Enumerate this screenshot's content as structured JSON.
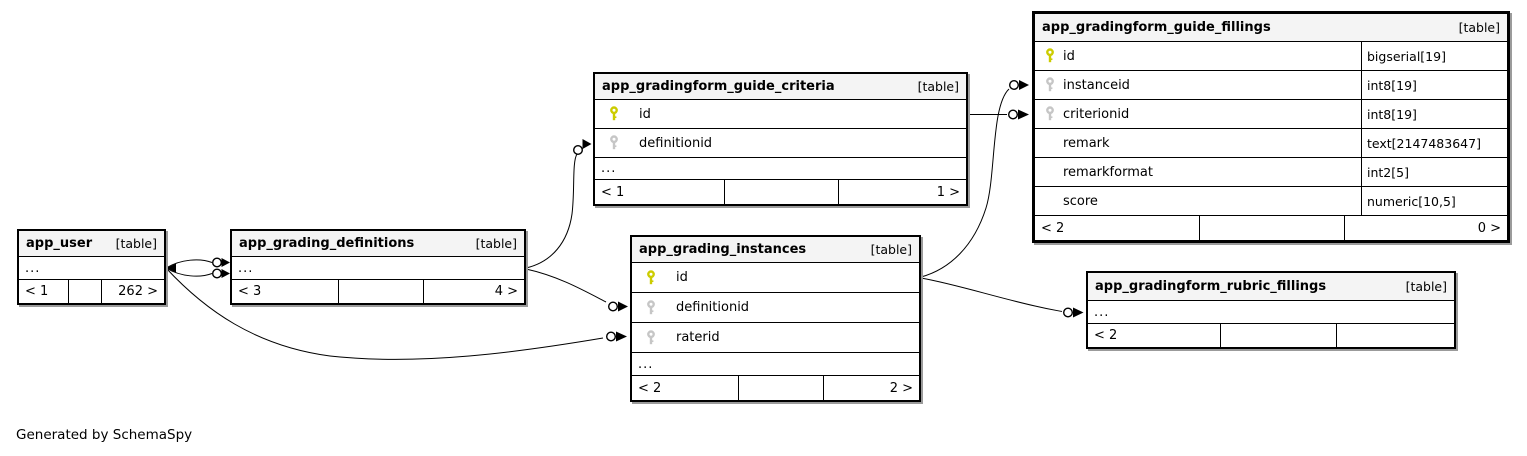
{
  "caption": "Generated by SchemaSpy",
  "colors": {
    "primary_key_icon": "#cccc00",
    "foreign_key_icon": "#c6c6c6",
    "header_bg": "#f4f4f4",
    "table_border": "#000000",
    "shadow": "#9b9b9b"
  },
  "tables": {
    "app_user": {
      "name": "app_user",
      "tag": "[table]",
      "ellipsis": "...",
      "footer": [
        "< 1",
        "",
        "262 >"
      ]
    },
    "app_grading_definitions": {
      "name": "app_grading_definitions",
      "tag": "[table]",
      "ellipsis": "...",
      "footer": [
        "< 3",
        "",
        "4 >"
      ]
    },
    "app_gradingform_guide_criteria": {
      "name": "app_gradingform_guide_criteria",
      "tag": "[table]",
      "ellipsis": "...",
      "columns": [
        {
          "name": "id",
          "key": "primary"
        },
        {
          "name": "definitionid",
          "key": "foreign"
        }
      ],
      "footer": [
        "< 1",
        "",
        "1 >"
      ]
    },
    "app_grading_instances": {
      "name": "app_grading_instances",
      "tag": "[table]",
      "ellipsis": "...",
      "columns": [
        {
          "name": "id",
          "key": "primary"
        },
        {
          "name": "definitionid",
          "key": "foreign"
        },
        {
          "name": "raterid",
          "key": "foreign"
        }
      ],
      "footer": [
        "< 2",
        "",
        "2 >"
      ]
    },
    "app_gradingform_guide_fillings": {
      "name": "app_gradingform_guide_fillings",
      "tag": "[table]",
      "columns": [
        {
          "name": "id",
          "type": "bigserial[19]",
          "key": "primary"
        },
        {
          "name": "instanceid",
          "type": "int8[19]",
          "key": "foreign"
        },
        {
          "name": "criterionid",
          "type": "int8[19]",
          "key": "foreign"
        },
        {
          "name": "remark",
          "type": "text[2147483647]",
          "key": "none"
        },
        {
          "name": "remarkformat",
          "type": "int2[5]",
          "key": "none"
        },
        {
          "name": "score",
          "type": "numeric[10,5]",
          "key": "none"
        }
      ],
      "footer": [
        "< 2",
        "",
        "0 >"
      ]
    },
    "app_gradingform_rubric_fillings": {
      "name": "app_gradingform_rubric_fillings",
      "tag": "[table]",
      "ellipsis": "...",
      "footer": [
        "< 2",
        "",
        ""
      ]
    }
  }
}
